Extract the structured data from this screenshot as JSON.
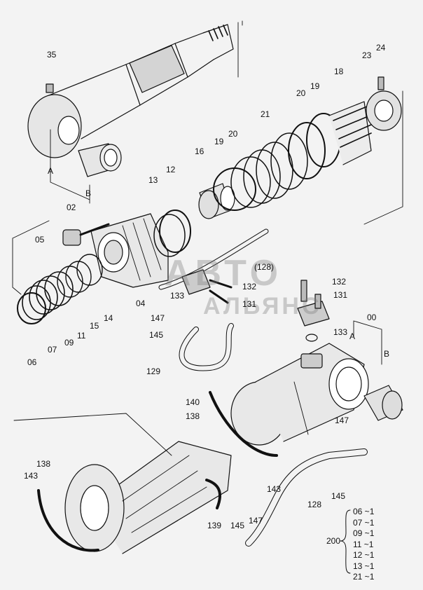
{
  "watermark": {
    "line1": "АВТО",
    "line2": "АЛЬЯНС"
  },
  "labels": {
    "p35": "35",
    "pA1": "A",
    "pB1": "B",
    "p02": "02",
    "p16": "16",
    "p19a": "19",
    "p20a": "20",
    "p21": "21",
    "p20b": "20",
    "p19b": "19",
    "p18": "18",
    "p23": "23",
    "p24": "24",
    "p13": "13",
    "p12": "12",
    "p05": "05",
    "p128a": "(128)",
    "p132a": "132",
    "p131a": "131",
    "p133a": "133",
    "p04": "04",
    "p132b": "132",
    "p131b": "131",
    "p133b": "133",
    "p00": "00",
    "pA2": "A",
    "pB2": "B",
    "p147a": "147",
    "p145a": "145",
    "p14": "14",
    "p15": "15",
    "p11": "11",
    "p09": "09",
    "p07": "07",
    "p06": "06",
    "p129": "129",
    "p140": "140",
    "p138a": "138",
    "p147b": "147",
    "p138b": "138",
    "p143a": "143",
    "p143b": "143",
    "p128b": "128",
    "p145b": "145",
    "p139": "139",
    "p145c": "145",
    "p147c": "147",
    "p200": "200"
  },
  "kit_list": [
    "06 ~1",
    "07 ~1",
    "09 ~1",
    "11 ~1",
    "12 ~1",
    "13 ~1",
    "21 ~1"
  ]
}
